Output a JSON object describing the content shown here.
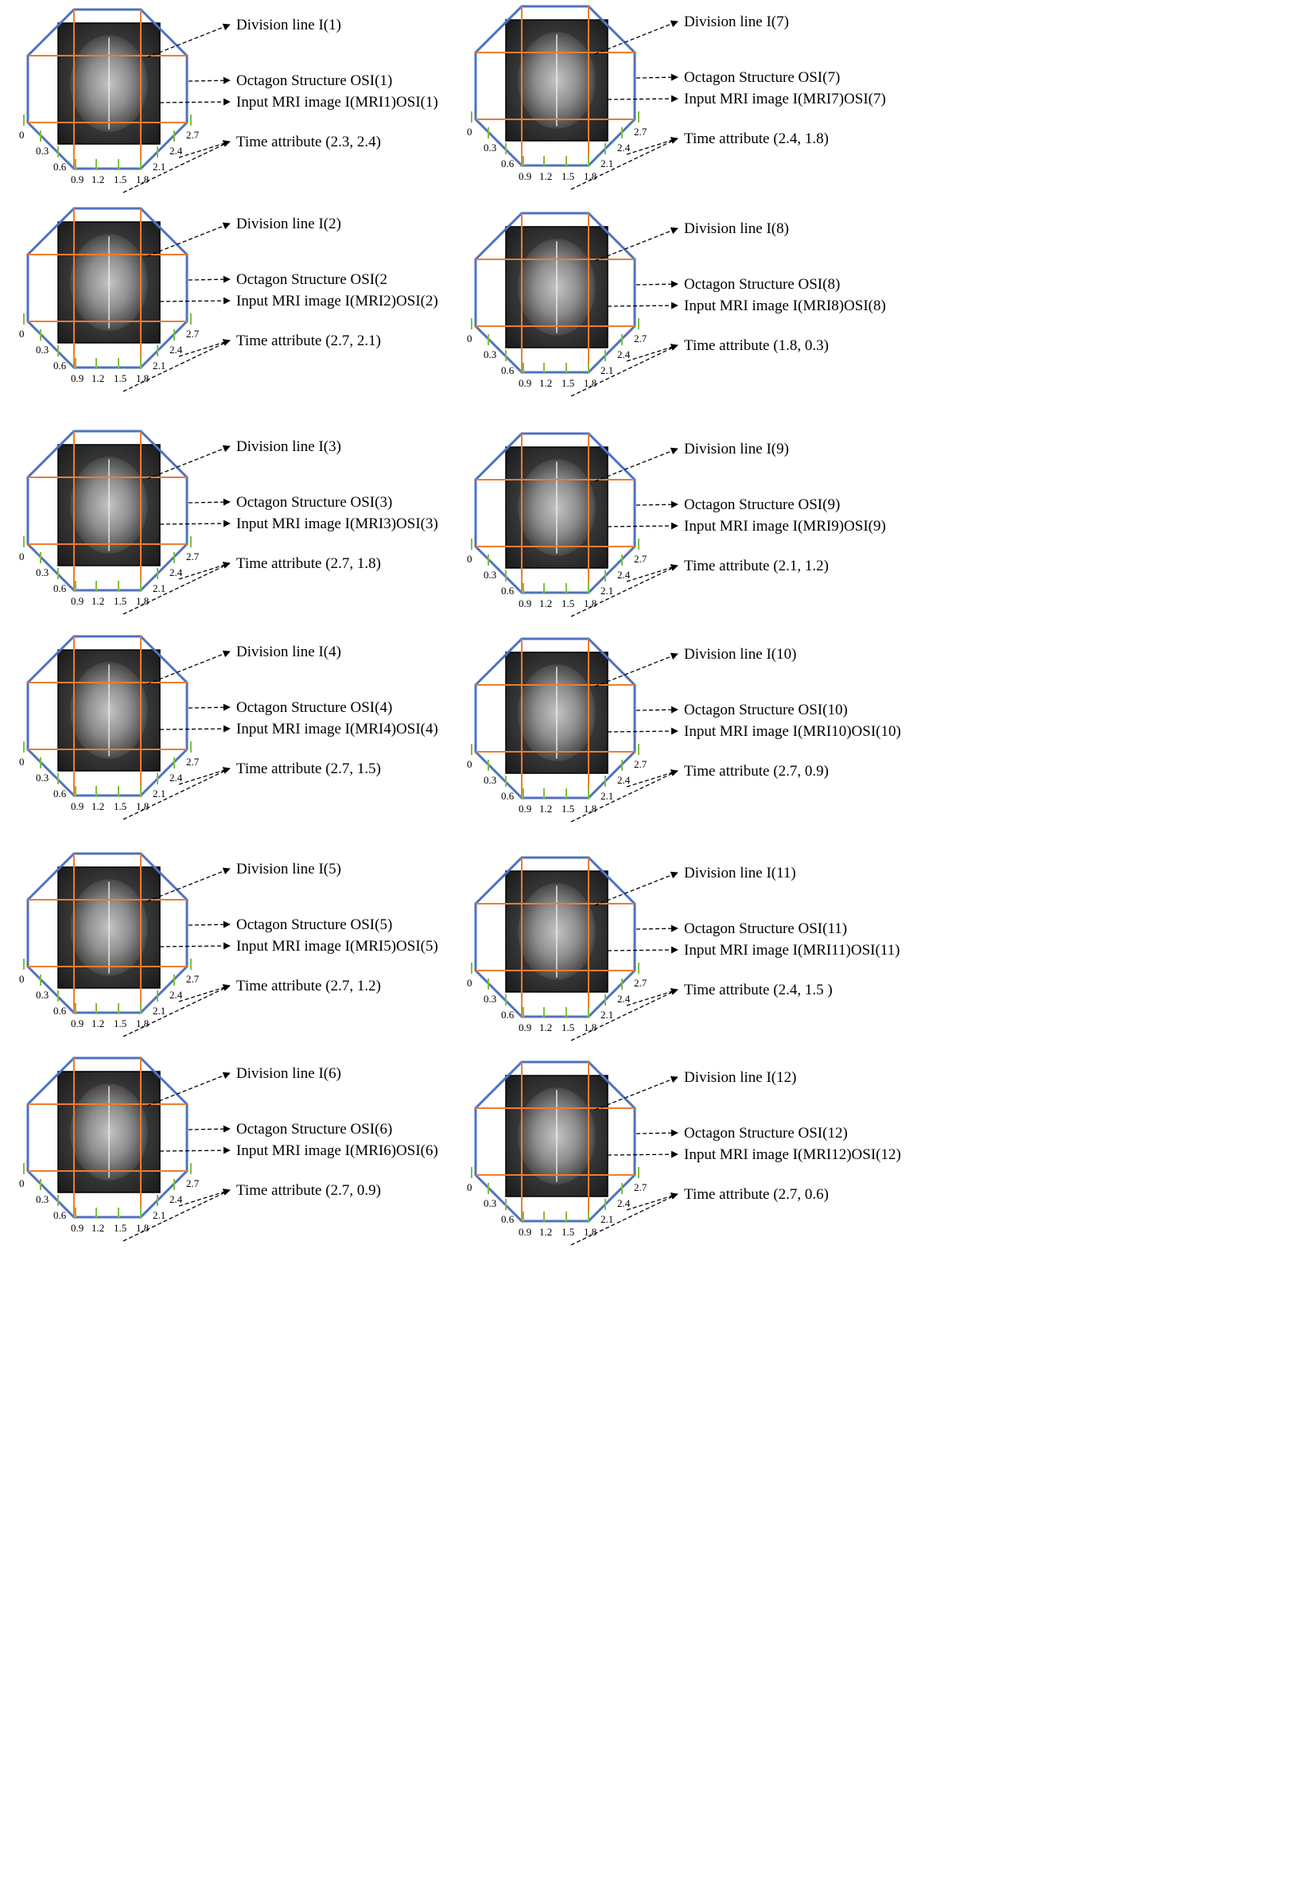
{
  "figure": {
    "ticks": [
      "0",
      "0.3",
      "0.6",
      "0.9",
      "1.2",
      "1.5",
      "1.8",
      "2.1",
      "2.4",
      "2.7"
    ],
    "colors": {
      "octagon": "#4f72c1",
      "division": "#ed7d31",
      "tick": "#7fbf3f",
      "arrow": "#000000"
    },
    "panels": [
      {
        "id": "1",
        "division_label": "Division line I(1)",
        "octagon_label": "Octagon Structure OSI(1)",
        "input_label": "Input MRI image I(MRI1)OSI(1)",
        "time_label": "Time attribute (2.3, 2.4)"
      },
      {
        "id": "2",
        "division_label": "Division line I(2)",
        "octagon_label": "Octagon Structure OSI(2",
        "input_label": "Input MRI image I(MRI2)OSI(2)",
        "time_label": "Time attribute (2.7, 2.1)"
      },
      {
        "id": "3",
        "division_label": "Division line I(3)",
        "octagon_label": "Octagon Structure OSI(3)",
        "input_label": "Input MRI image I(MRI3)OSI(3)",
        "time_label": "Time attribute (2.7, 1.8)"
      },
      {
        "id": "4",
        "division_label": "Division line I(4)",
        "octagon_label": "Octagon Structure OSI(4)",
        "input_label": "Input MRI image I(MRI4)OSI(4)",
        "time_label": "Time attribute (2.7, 1.5)"
      },
      {
        "id": "5",
        "division_label": "Division line I(5)",
        "octagon_label": "Octagon Structure OSI(5)",
        "input_label": "Input MRI image I(MRI5)OSI(5)",
        "time_label": "Time attribute (2.7, 1.2)"
      },
      {
        "id": "6",
        "division_label": "Division line I(6)",
        "octagon_label": "Octagon Structure OSI(6)",
        "input_label": "Input MRI image I(MRI6)OSI(6)",
        "time_label": "Time attribute (2.7, 0.9)"
      },
      {
        "id": "7",
        "division_label": "Division line I(7)",
        "octagon_label": "Octagon Structure OSI(7)",
        "input_label": "Input MRI image I(MRI7)OSI(7)",
        "time_label": "Time attribute (2.4, 1.8)"
      },
      {
        "id": "8",
        "division_label": "Division line I(8)",
        "octagon_label": "Octagon Structure OSI(8)",
        "input_label": "Input MRI image I(MRI8)OSI(8)",
        "time_label": "Time attribute (1.8, 0.3)"
      },
      {
        "id": "9",
        "division_label": "Division line I(9)",
        "octagon_label": "Octagon Structure OSI(9)",
        "input_label": "Input MRI image I(MRI9)OSI(9)",
        "time_label": "Time attribute (2.1, 1.2)"
      },
      {
        "id": "10",
        "division_label": "Division line I(10)",
        "octagon_label": "Octagon Structure OSI(10)",
        "input_label": "Input MRI image I(MRI10)OSI(10)",
        "time_label": "Time attribute (2.7, 0.9)"
      },
      {
        "id": "11",
        "division_label": "Division line I(11)",
        "octagon_label": "Octagon Structure OSI(11)",
        "input_label": "Input MRI image I(MRI11)OSI(11)",
        "time_label": "Time attribute (2.4, 1.5 )"
      },
      {
        "id": "12",
        "division_label": "Division line I(12)",
        "octagon_label": "Octagon Structure OSI(12)",
        "input_label": "Input MRI image I(MRI12)OSI(12)",
        "time_label": "Time attribute (2.7, 0.6)"
      }
    ]
  }
}
